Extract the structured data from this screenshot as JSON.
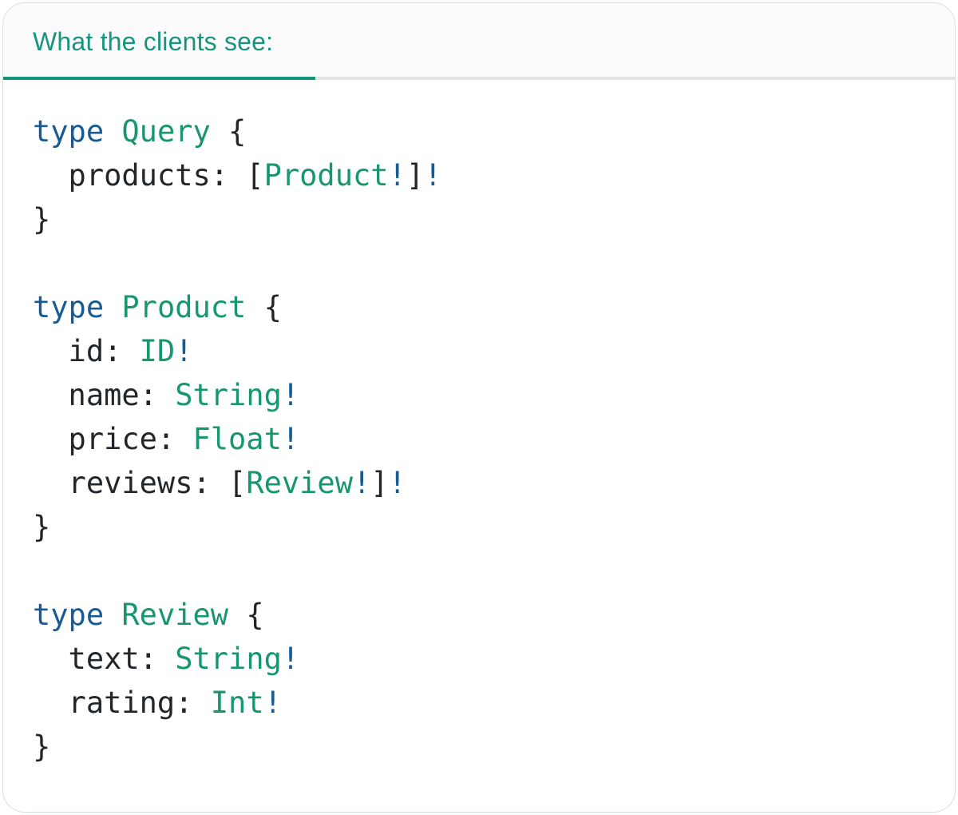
{
  "header": {
    "tab_label": "What the clients see:"
  },
  "colors": {
    "header_text": "#17957C",
    "tab_indicator": "#12957B",
    "divider": "#E5E5E5",
    "header_bg": "#FBFBFB",
    "panel_bg": "#FFFFFF",
    "panel_border": "#D5E2D9",
    "code_keyword": "#175A94",
    "code_type": "#17966F",
    "code_plain": "#21262B"
  },
  "code": {
    "lines": [
      [
        {
          "s": "k",
          "t": "type"
        },
        {
          "s": "p",
          "t": " "
        },
        {
          "s": "t",
          "t": "Query"
        },
        {
          "s": "p",
          "t": " {"
        }
      ],
      [
        {
          "s": "p",
          "t": "  products: ["
        },
        {
          "s": "t",
          "t": "Product"
        },
        {
          "s": "k",
          "t": "!"
        },
        {
          "s": "p",
          "t": "]"
        },
        {
          "s": "k",
          "t": "!"
        }
      ],
      [
        {
          "s": "p",
          "t": "}"
        }
      ],
      [],
      [
        {
          "s": "k",
          "t": "type"
        },
        {
          "s": "p",
          "t": " "
        },
        {
          "s": "t",
          "t": "Product"
        },
        {
          "s": "p",
          "t": " {"
        }
      ],
      [
        {
          "s": "p",
          "t": "  id: "
        },
        {
          "s": "t",
          "t": "ID"
        },
        {
          "s": "k",
          "t": "!"
        }
      ],
      [
        {
          "s": "p",
          "t": "  name: "
        },
        {
          "s": "t",
          "t": "String"
        },
        {
          "s": "k",
          "t": "!"
        }
      ],
      [
        {
          "s": "p",
          "t": "  price: "
        },
        {
          "s": "t",
          "t": "Float"
        },
        {
          "s": "k",
          "t": "!"
        }
      ],
      [
        {
          "s": "p",
          "t": "  reviews: ["
        },
        {
          "s": "t",
          "t": "Review"
        },
        {
          "s": "k",
          "t": "!"
        },
        {
          "s": "p",
          "t": "]"
        },
        {
          "s": "k",
          "t": "!"
        }
      ],
      [
        {
          "s": "p",
          "t": "}"
        }
      ],
      [],
      [
        {
          "s": "k",
          "t": "type"
        },
        {
          "s": "p",
          "t": " "
        },
        {
          "s": "t",
          "t": "Review"
        },
        {
          "s": "p",
          "t": " {"
        }
      ],
      [
        {
          "s": "p",
          "t": "  text: "
        },
        {
          "s": "t",
          "t": "String"
        },
        {
          "s": "k",
          "t": "!"
        }
      ],
      [
        {
          "s": "p",
          "t": "  rating: "
        },
        {
          "s": "t",
          "t": "Int"
        },
        {
          "s": "k",
          "t": "!"
        }
      ],
      [
        {
          "s": "p",
          "t": "}"
        }
      ]
    ]
  }
}
